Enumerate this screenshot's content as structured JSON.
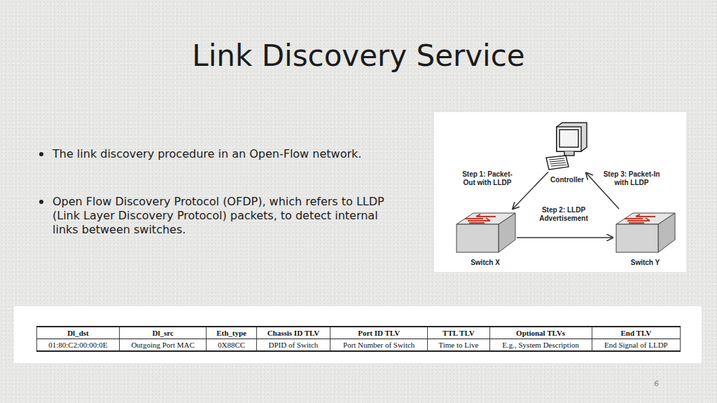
{
  "diagram": {
    "title": "Link Discovery Service",
    "nodes": [
      {
        "text": [
          "Controller"
        ]
      },
      {
        "text": [
          "Switch X"
        ]
      },
      {
        "text": [
          "Switch Y"
        ]
      }
    ],
    "edges": [
      {
        "from": 0,
        "to": 1,
        "arrow": "to",
        "label": "Step 1: Packet-Out with LLDP"
      },
      {
        "from": 1,
        "to": 2,
        "arrow": "to",
        "label": "Step 2: LLDP Advertisement"
      },
      {
        "from": 2,
        "to": 0,
        "arrow": "to",
        "label": "Step 3: Packet-In with LLDP"
      }
    ],
    "labels": [
      "The link discovery procedure in an Open-Flow network.",
      "Open Flow Discovery Protocol (OFDP), which refers to LLDP (Link Layer Discovery Protocol) packets, to detect internal links between switches.",
      "Dl_dst",
      "Dl_src",
      "Eth_type",
      "Chassis ID TLV",
      "Port ID TLV",
      "TTL TLV",
      "Optional TLVs",
      "End TLV",
      "01:80:C2:00:00:0E",
      "Outgoing Port MAC",
      "0X88CC",
      "DPID of Switch",
      "Port Number of Switch",
      "Time to Live",
      "E.g., System Description",
      "End Signal of LLDP",
      "6"
    ]
  }
}
